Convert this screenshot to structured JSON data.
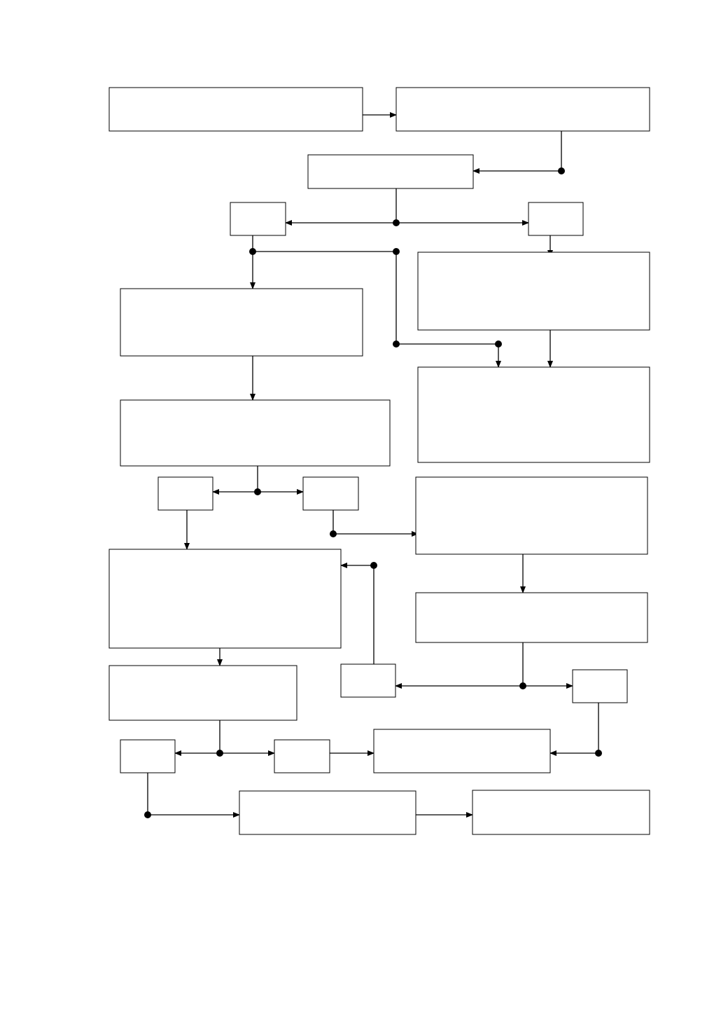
{
  "diagram": {
    "line_color": "#000000",
    "box_fill": "#ffffff",
    "background": "#ffffff",
    "boxes": [
      {
        "id": "top-left",
        "text": ""
      },
      {
        "id": "top-right",
        "text": ""
      },
      {
        "id": "decision-1",
        "text": ""
      },
      {
        "id": "small-left-1",
        "text": ""
      },
      {
        "id": "small-right-1",
        "text": ""
      },
      {
        "id": "right-upper-1",
        "text": ""
      },
      {
        "id": "left-mid-1",
        "text": ""
      },
      {
        "id": "right-upper-2",
        "text": ""
      },
      {
        "id": "left-mid-2",
        "text": ""
      },
      {
        "id": "small-left-2",
        "text": ""
      },
      {
        "id": "small-right-2",
        "text": ""
      },
      {
        "id": "right-mid-1",
        "text": ""
      },
      {
        "id": "left-large",
        "text": ""
      },
      {
        "id": "right-mid-2",
        "text": ""
      },
      {
        "id": "small-center",
        "text": ""
      },
      {
        "id": "small-right-3",
        "text": ""
      },
      {
        "id": "left-lower",
        "text": ""
      },
      {
        "id": "small-left-3",
        "text": ""
      },
      {
        "id": "small-mid-3",
        "text": ""
      },
      {
        "id": "center-lower",
        "text": ""
      },
      {
        "id": "bottom-mid",
        "text": ""
      },
      {
        "id": "bottom-right",
        "text": ""
      }
    ]
  }
}
